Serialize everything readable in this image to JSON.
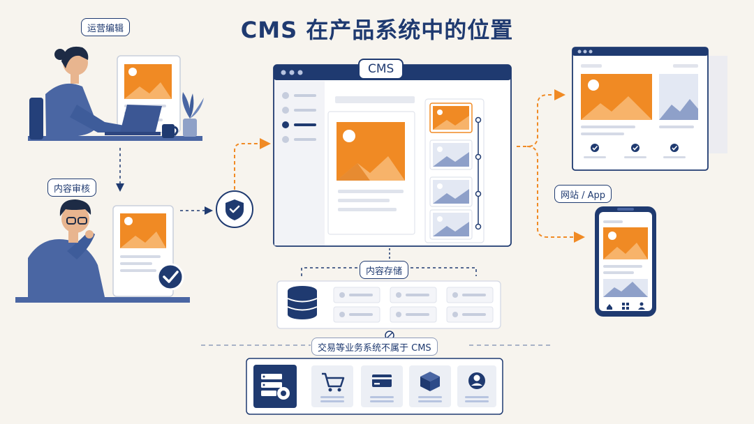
{
  "title": "CMS 在产品系统中的位置",
  "roles": {
    "editor": "运营编辑",
    "reviewer": "内容审核"
  },
  "cms_window": {
    "title": "CMS"
  },
  "storage": {
    "label": "内容存储"
  },
  "output": {
    "label": "网站 / App"
  },
  "excluded": {
    "label": "交易等业务系统不属于 CMS",
    "icons": [
      "server-gear-icon",
      "cart-icon",
      "credit-card-icon",
      "package-icon",
      "user-icon"
    ]
  },
  "colors": {
    "navy": "#1f3a70",
    "orange": "#f08a24",
    "light_blue": "#b7c4e0",
    "background": "#f7f4ee"
  }
}
